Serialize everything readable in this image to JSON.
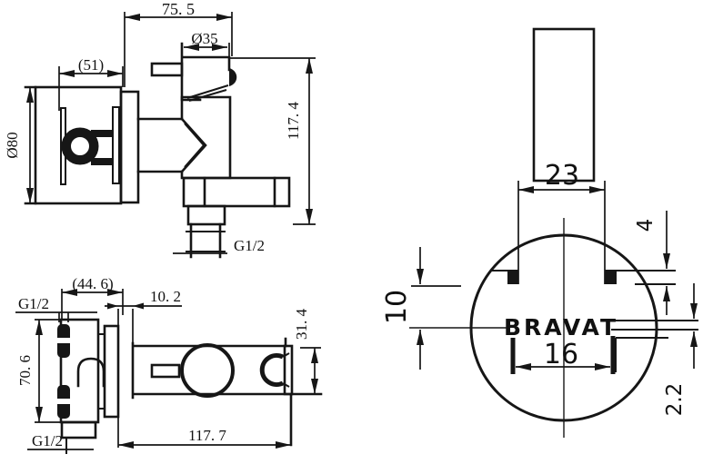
{
  "drawing": {
    "brand": "BRAVAT",
    "views": {
      "side": {
        "dims": {
          "width_top": "75. 5",
          "handle_dia": "Ø35",
          "plate_offset": "(51)",
          "plate_dia": "Ø80",
          "height": "117. 4",
          "outlet_thread": "G1/2"
        }
      },
      "front": {
        "dims": {
          "plate_width": "(44. 6)",
          "top_thread": "G1/2",
          "plate_height": "70. 6",
          "bottom_thread": "G1/2",
          "escutcheon_depth": "10. 2",
          "holder_height": "31. 4",
          "body_length": "117. 7"
        }
      },
      "top": {
        "dims": {
          "lever_width": "23",
          "flat_depth": "4",
          "flat_offset": "10",
          "key_width": "16",
          "slot_height": "2.2"
        }
      }
    },
    "colors": {
      "line": "#161616",
      "background": "#ffffff"
    }
  }
}
